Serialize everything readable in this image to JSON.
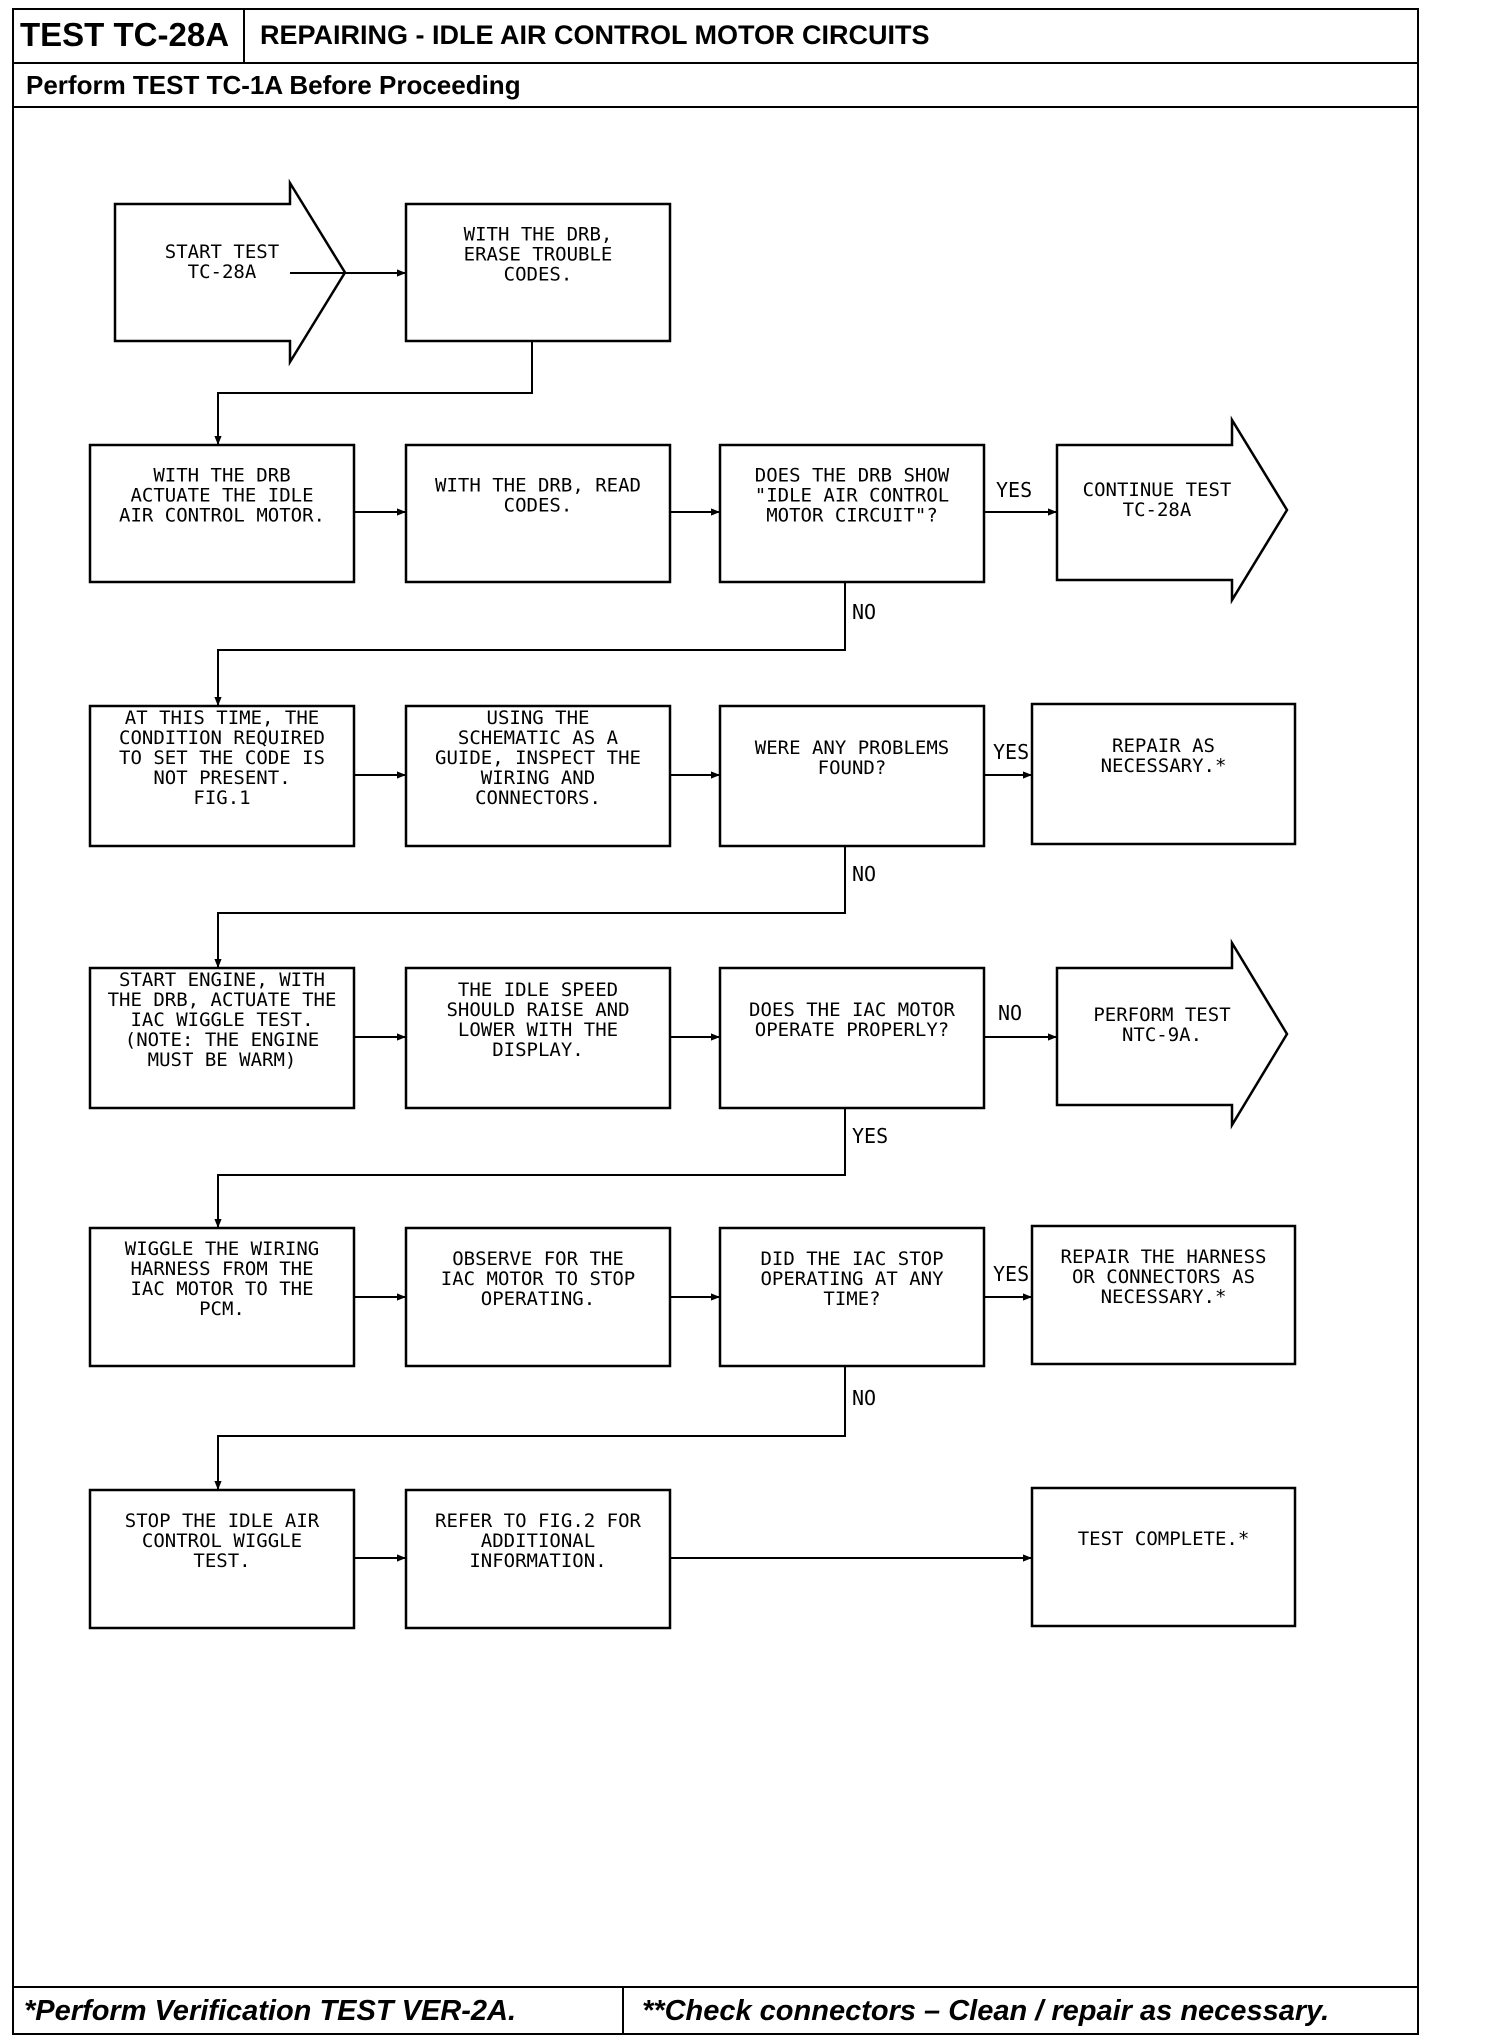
{
  "header": {
    "test_id": "TEST TC-28A",
    "title": "REPAIRING - IDLE AIR CONTROL MOTOR CIRCUITS",
    "prerequisite": "Perform TEST TC-1A Before Proceeding"
  },
  "footer": {
    "left_note": "*Perform Verification TEST VER-2A.",
    "right_note": "**Check connectors – Clean / repair as necessary."
  },
  "flowchart": {
    "nodes": {
      "start": [
        "START TEST",
        "TC-28A"
      ],
      "erase": [
        "WITH THE DRB,",
        "ERASE TROUBLE",
        "CODES."
      ],
      "actuate": [
        "WITH THE DRB",
        "ACTUATE THE IDLE",
        "AIR CONTROL MOTOR."
      ],
      "read": [
        "WITH THE DRB, READ",
        "CODES."
      ],
      "q_show": [
        "DOES THE DRB SHOW",
        "\"IDLE AIR CONTROL",
        "MOTOR CIRCUIT\"?"
      ],
      "continue": [
        "CONTINUE TEST",
        "TC-28A"
      ],
      "condition": [
        "AT THIS TIME, THE",
        "CONDITION REQUIRED",
        "TO SET THE CODE IS",
        "NOT PRESENT.",
        "FIG.1"
      ],
      "schematic": [
        "USING THE",
        "SCHEMATIC AS A",
        "GUIDE, INSPECT THE",
        "WIRING AND",
        "CONNECTORS."
      ],
      "q_problems": [
        "WERE ANY PROBLEMS",
        "FOUND?"
      ],
      "repair1": [
        "REPAIR AS",
        "NECESSARY.*"
      ],
      "start_engine": [
        "START ENGINE, WITH",
        "THE DRB, ACTUATE THE",
        "IAC WIGGLE TEST.",
        "(NOTE: THE ENGINE",
        "MUST BE WARM)"
      ],
      "idle_speed": [
        "THE IDLE SPEED",
        "SHOULD RAISE AND",
        "LOWER WITH THE",
        "DISPLAY."
      ],
      "q_operate": [
        "DOES THE IAC MOTOR",
        "OPERATE PROPERLY?"
      ],
      "perform_ntc": [
        "PERFORM TEST",
        "NTC-9A."
      ],
      "wiggle": [
        "WIGGLE THE WIRING",
        "HARNESS FROM THE",
        "IAC MOTOR TO THE",
        "PCM."
      ],
      "observe": [
        "OBSERVE FOR THE",
        "IAC MOTOR TO STOP",
        "OPERATING."
      ],
      "q_stop": [
        "DID THE IAC STOP",
        "OPERATING AT ANY",
        "TIME?"
      ],
      "repair2": [
        "REPAIR THE HARNESS",
        "OR CONNECTORS AS",
        "NECESSARY.*"
      ],
      "stop_wiggle": [
        "STOP THE IDLE AIR",
        "CONTROL WIGGLE",
        "TEST."
      ],
      "refer": [
        "REFER TO FIG.2 FOR",
        "ADDITIONAL",
        "INFORMATION."
      ],
      "complete": [
        "TEST COMPLETE.*"
      ]
    },
    "edge_labels": {
      "show_yes": "YES",
      "show_no": "NO",
      "problems_yes": "YES",
      "problems_no": "NO",
      "operate_no": "NO",
      "operate_yes": "YES",
      "stop_yes": "YES",
      "stop_no": "NO"
    }
  }
}
